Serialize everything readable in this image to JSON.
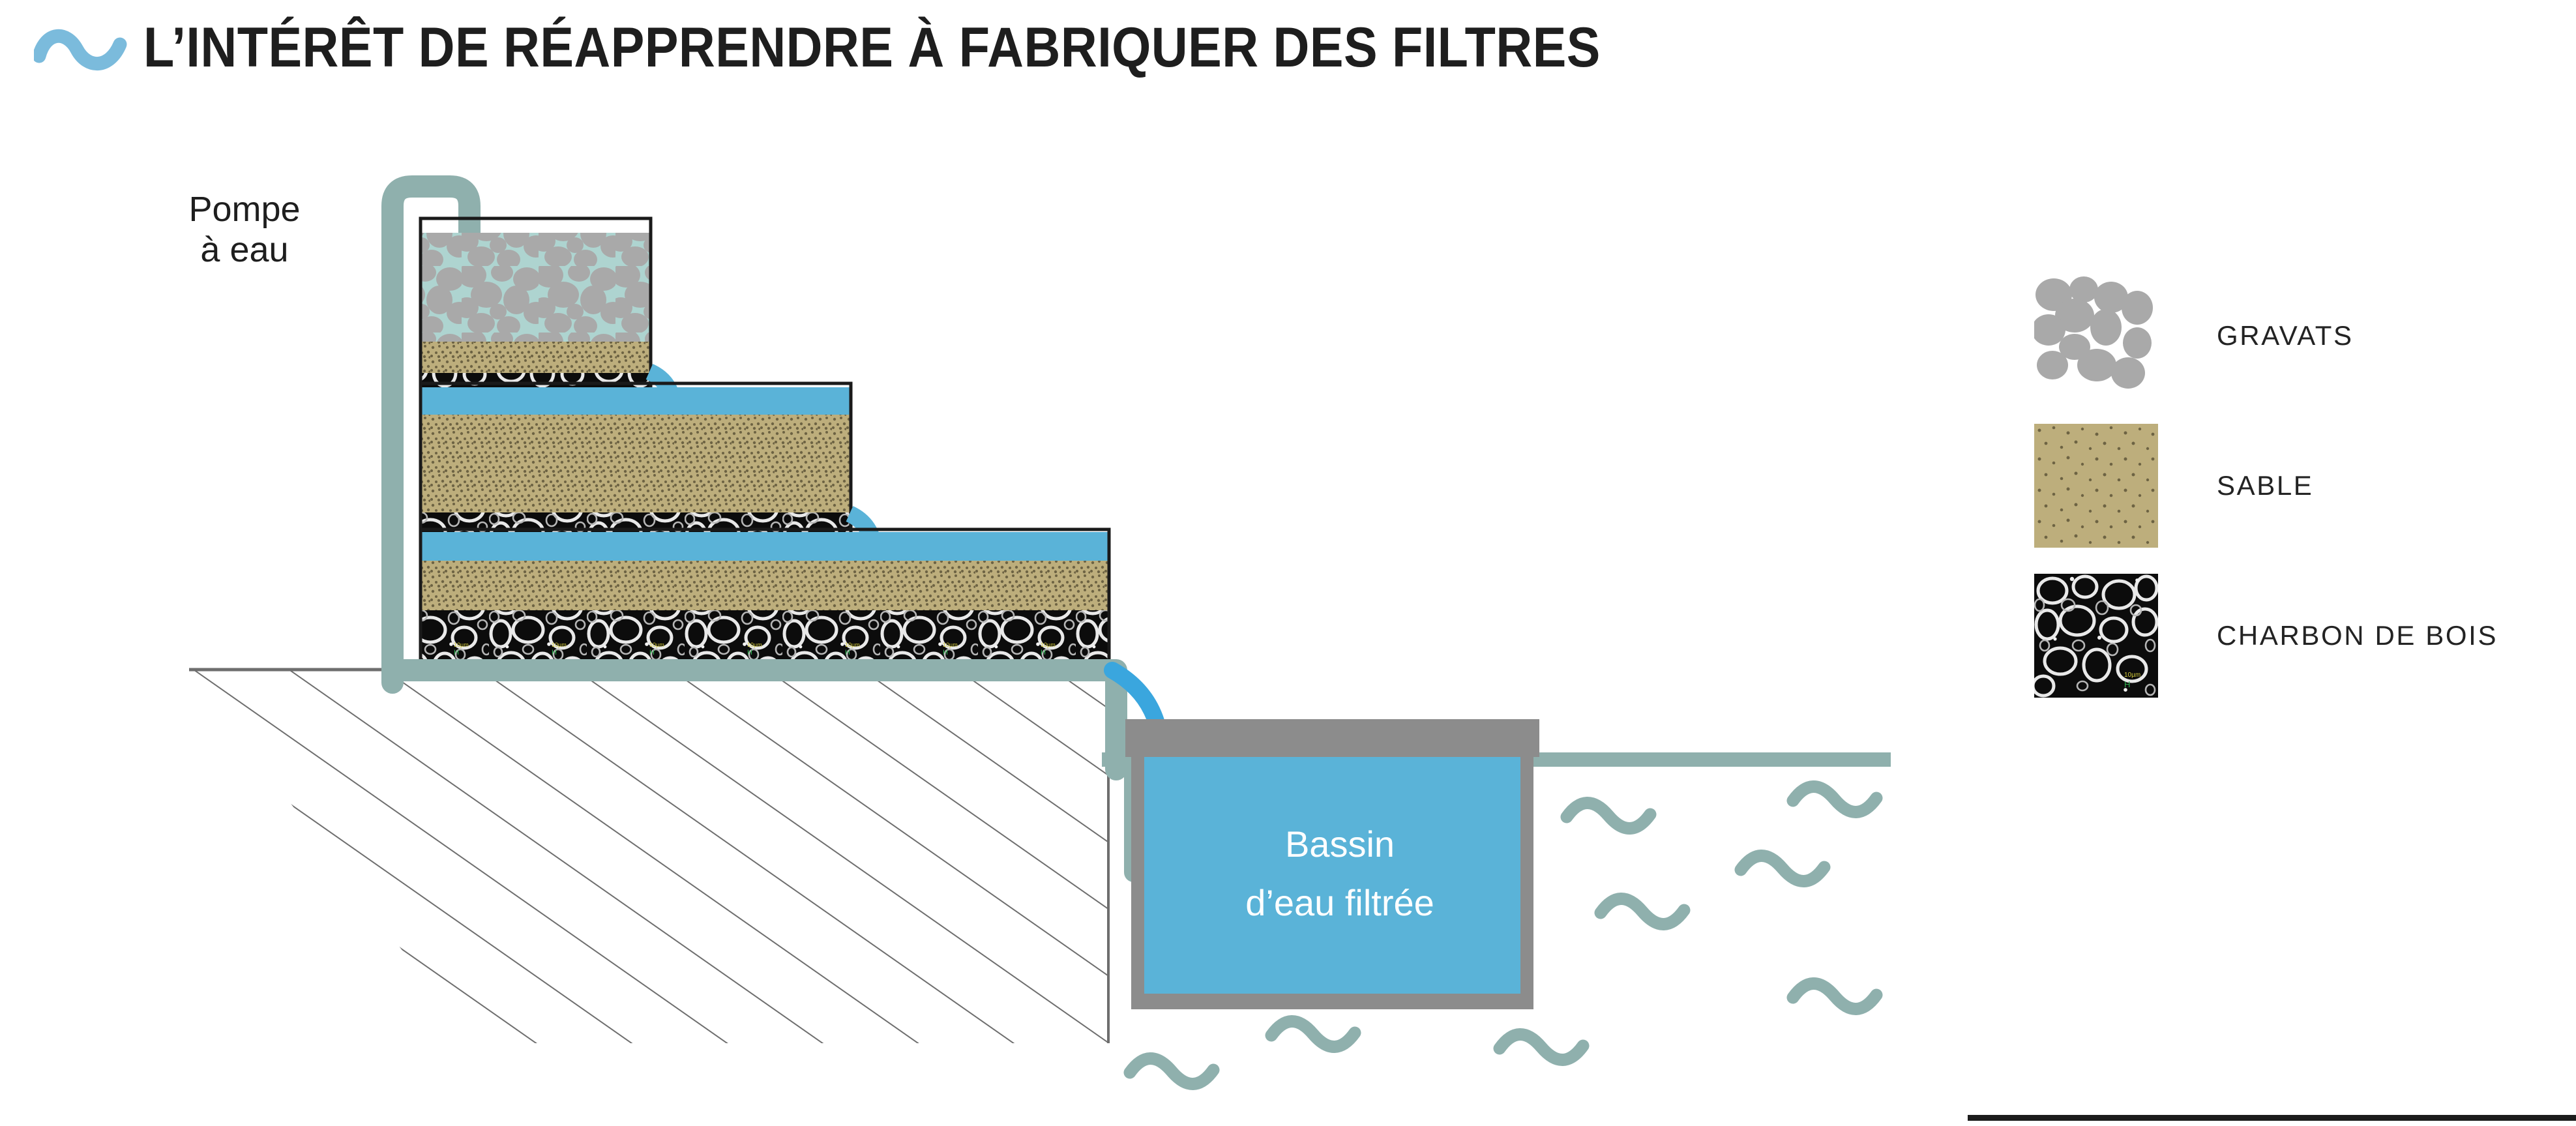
{
  "header": {
    "logo_icon": "wave-logo-icon",
    "title": "L’INTÉRÊT DE RÉAPPRENDRE À FABRIQUER DES FILTRES",
    "logo_color": "#7bbbdc",
    "title_color": "#1e1e1e"
  },
  "diagram": {
    "pump_label": "Pompe\nà eau",
    "basin_label": "Bassin\nd’eau filtrée",
    "pipe_color": "#8fb0ad",
    "water_blue": "#5ab3d8",
    "water_pale_teal": "#aed4d0",
    "sand_color": "#bdae7c",
    "gravel_color": "#a9a9a9",
    "charcoal_color": "#141414",
    "basin_border_color": "#8c8c8c",
    "ground_line_color": "#6e6e6e",
    "wave_color": "#8fb0ad",
    "stream_color": "#3aa6de",
    "tiers": [
      {
        "name": "tier-1-top",
        "layers": [
          "gravats",
          "sable",
          "charbon de bois"
        ]
      },
      {
        "name": "tier-2-middle",
        "layers": [
          "eau",
          "sable",
          "charbon de bois"
        ]
      },
      {
        "name": "tier-3-bottom",
        "layers": [
          "eau",
          "sable",
          "charbon de bois"
        ]
      }
    ]
  },
  "legend": {
    "items": [
      {
        "label": "GRAVATS",
        "swatch": "gravel-swatch",
        "color": "#a9a9a9"
      },
      {
        "label": "SABLE",
        "swatch": "sand-swatch",
        "color": "#bdae7c"
      },
      {
        "label": "CHARBON DE BOIS",
        "swatch": "charcoal-swatch",
        "color": "#141414"
      }
    ]
  },
  "footer": {
    "rule_color": "#1c1c1c"
  }
}
